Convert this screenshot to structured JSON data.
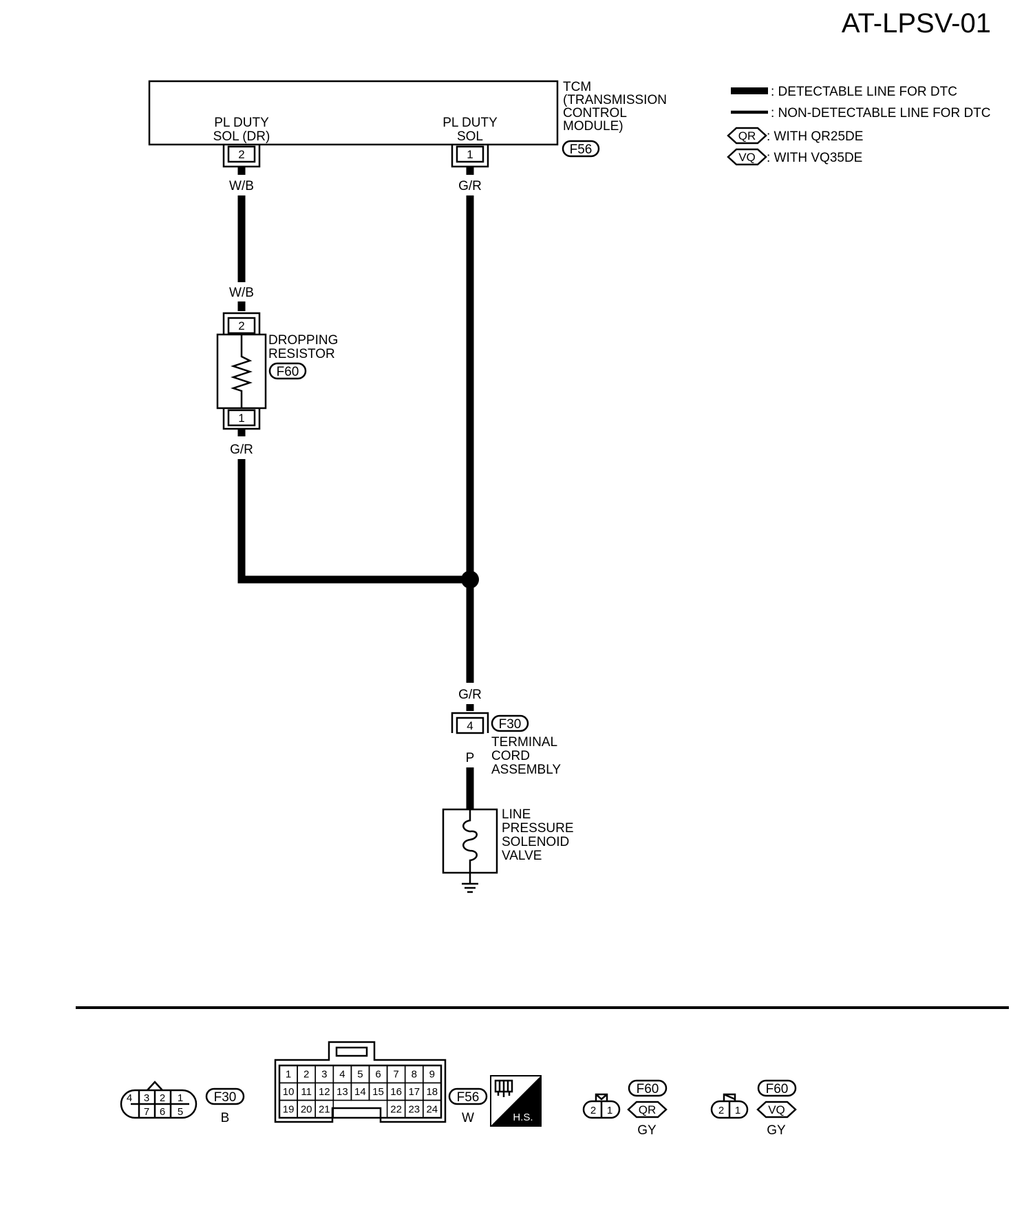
{
  "title": "AT-LPSV-01",
  "tcm": {
    "lines": [
      "TCM",
      "(TRANSMISSION",
      "CONTROL",
      "MODULE)"
    ],
    "connector": "F56",
    "pin_dr_label": [
      "PL DUTY",
      "SOL (DR)"
    ],
    "pin_dr": "2",
    "pin_sol_label": [
      "PL DUTY",
      "SOL"
    ],
    "pin_sol": "1"
  },
  "legend": {
    "detectable": ": DETECTABLE LINE FOR DTC",
    "non_detectable": ": NON-DETECTABLE LINE FOR DTC",
    "qr_tag": "QR",
    "qr": ": WITH QR25DE",
    "vq_tag": "VQ",
    "vq": ": WITH VQ35DE"
  },
  "wires": {
    "left_top": "W/B",
    "left_mid": "W/B",
    "left_low": "G/R",
    "right_top": "G/R",
    "right_low": "G/R",
    "bottom": "P"
  },
  "resistor": {
    "lines": [
      "DROPPING",
      "RESISTOR"
    ],
    "connector": "F60",
    "pin_top": "2",
    "pin_bottom": "1"
  },
  "terminal_cord": {
    "connector": "F30",
    "pin": "4",
    "lines": [
      "TERMINAL",
      "CORD",
      "ASSEMBLY"
    ]
  },
  "solenoid": {
    "lines": [
      "LINE",
      "PRESSURE",
      "SOLENOID",
      "VALVE"
    ]
  },
  "connectors": {
    "f30": {
      "id": "F30",
      "color": "B",
      "top_pins": [
        "4",
        "3",
        "2",
        "1"
      ],
      "bottom_pins": [
        "7",
        "6",
        "5"
      ]
    },
    "f56": {
      "id": "F56",
      "color": "W",
      "row1": [
        "1",
        "2",
        "3",
        "4",
        "5",
        "6",
        "7",
        "8",
        "9"
      ],
      "row2": [
        "10",
        "11",
        "12",
        "13",
        "14",
        "15",
        "16",
        "17",
        "18"
      ],
      "row3_left": [
        "19",
        "20",
        "21"
      ],
      "row3_right": [
        "22",
        "23",
        "24"
      ]
    },
    "hs": "H.S.",
    "f60_qr": {
      "id": "F60",
      "tag": "QR",
      "color": "GY",
      "pins": [
        "2",
        "1"
      ]
    },
    "f60_vq": {
      "id": "F60",
      "tag": "VQ",
      "color": "GY",
      "pins": [
        "2",
        "1"
      ]
    }
  }
}
